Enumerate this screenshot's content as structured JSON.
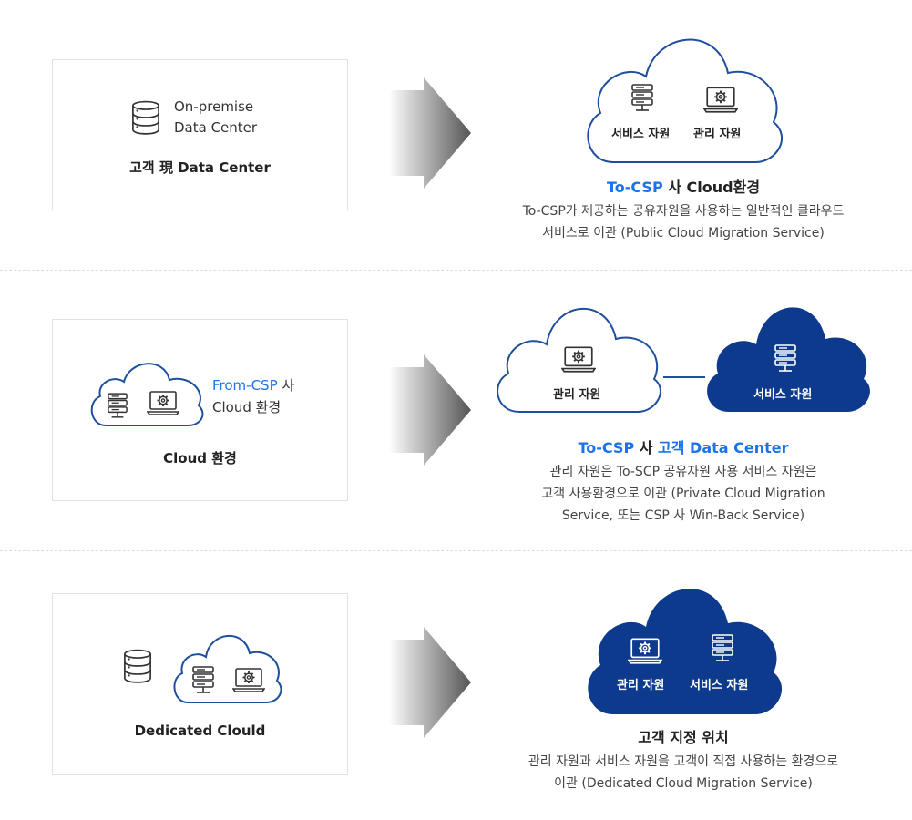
{
  "section1": {
    "box_line1": "On-premise",
    "box_line2": "Data Center",
    "box_caption": "고객 現 Data Center",
    "cloud_label_a": "서비스 자원",
    "cloud_label_b": "관리 자원",
    "title_blue": "To-CSP",
    "title_rest": " 사 Cloud환경",
    "desc_line1": "To-CSP가 제공하는 공유자원을 사용하는 일반적인 클라우드",
    "desc_line2": "서비스로 이관 (Public Cloud Migration Service)"
  },
  "section2": {
    "box_line1_blue": "From-CSP",
    "box_line1_rest": " 사",
    "box_line2": "Cloud 환경",
    "box_caption": "Cloud 환경",
    "cloud_left_label": "관리 자원",
    "cloud_right_label": "서비스 자원",
    "title_blue1": "To-CSP",
    "title_mid": " 사 ",
    "title_blue2": "고객 Data Center",
    "desc_line1": "관리 자원은 To-SCP 공유자원 사용 서비스 자원은",
    "desc_line2": "고객 사용환경으로 이관 (Private Cloud Migration",
    "desc_line3": "Service, 또는 CSP 사 Win-Back Service)"
  },
  "section3": {
    "box_caption": "Dedicated Clould",
    "cloud_label_a": "관리 자원",
    "cloud_label_b": "서비스 자원",
    "title": "고객 지정 위치",
    "desc_line1": "관리 자원과 서비스 자원을 고객이 직접 사용하는 환경으로",
    "desc_line2": "이관 (Dedicated Cloud Migration Service)"
  },
  "colors": {
    "blue_text": "#1a73e8",
    "navy_cloud": "#0d3a8c",
    "outline": "#1d4f9e",
    "icon": "#333333"
  },
  "icons": [
    "database-icon",
    "server-icon",
    "laptop-gear-icon",
    "cloud-icon",
    "arrow-right-icon"
  ]
}
